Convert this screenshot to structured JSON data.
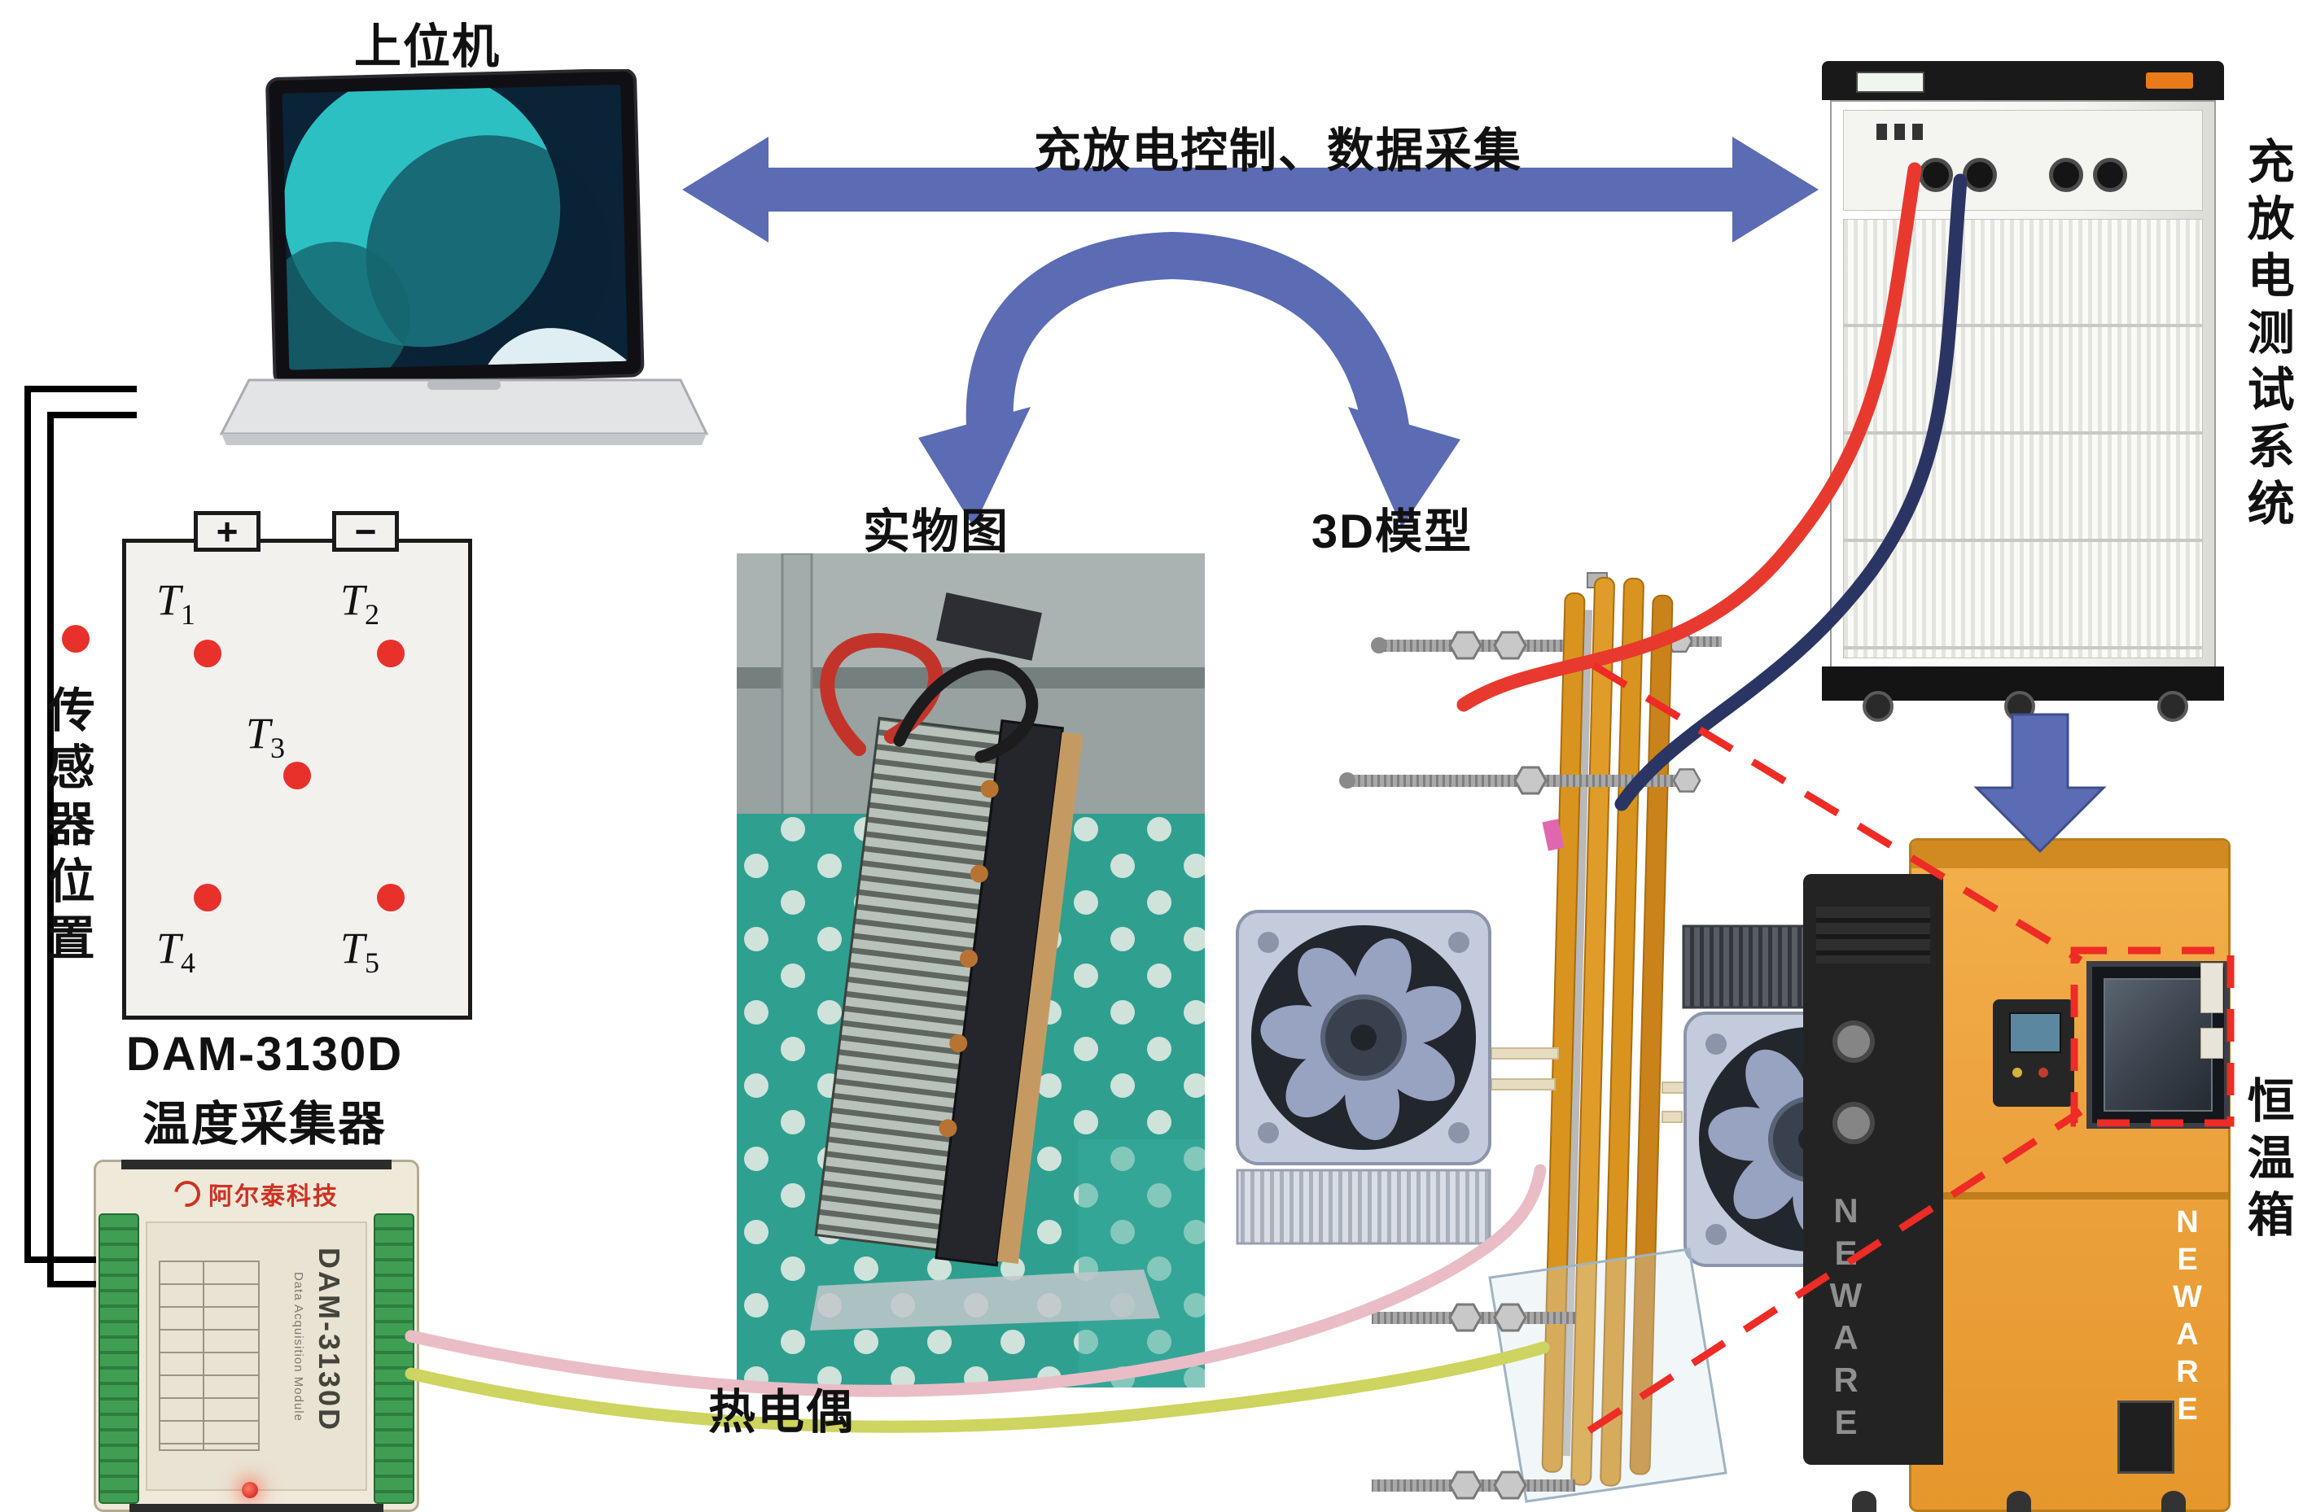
{
  "labels": {
    "host_computer": "上位机",
    "data_bus": "充放电控制、数据采集",
    "physical_photo": "实物图",
    "model_3d": "3D模型",
    "charge_system_vertical": "充放电测试系统",
    "sensor_position_vertical": "传感器位置",
    "dam_model_line": "DAM-3130D",
    "dam_device_line": "温度采集器",
    "thermocouple": "热电偶",
    "thermal_chamber_vertical": "恒温箱"
  },
  "battery": {
    "plus": "+",
    "minus": "−",
    "sensors": [
      {
        "name": "T",
        "sub": "1"
      },
      {
        "name": "T",
        "sub": "2"
      },
      {
        "name": "T",
        "sub": "3"
      },
      {
        "name": "T",
        "sub": "4"
      },
      {
        "name": "T",
        "sub": "5"
      }
    ]
  },
  "dam_device": {
    "brand": "阿尔泰科技",
    "model": "DAM-3130D",
    "model_desc": "Data Acquisition Module"
  },
  "chamber": {
    "brand": "NEWARE"
  },
  "colors": {
    "arrow_blue": "#5b6cb4",
    "sensor_dot_red": "#e8312a",
    "cable_red": "#e8392f",
    "cable_navy": "#2b3563",
    "cable_pink": "#eabdc6",
    "cable_yellow_green": "#cdd45f",
    "chamber_orange": "#eda33f",
    "plate_orange": "#d9941f",
    "dashed_red": "#ee2b25"
  }
}
